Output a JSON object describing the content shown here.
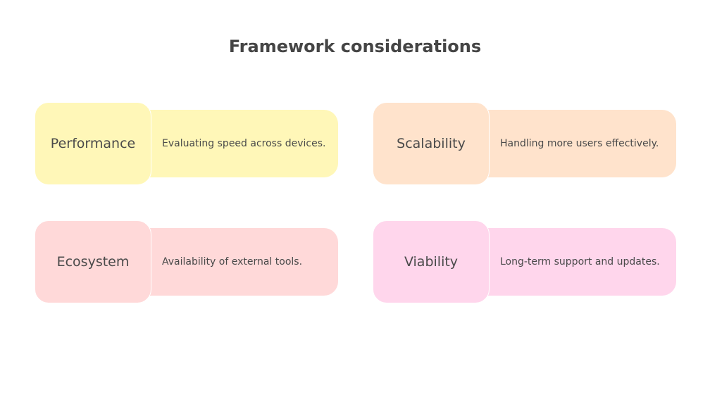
{
  "title": "Framework considerations",
  "items": [
    {
      "label": "Performance",
      "description": "Evaluating speed across devices.",
      "color": "#fff7b8"
    },
    {
      "label": "Scalability",
      "description": "Handling more users effectively.",
      "color": "#ffe3cc"
    },
    {
      "label": "Ecosystem",
      "description": "Availability of external tools.",
      "color": "#ffd9d9"
    },
    {
      "label": "Viability",
      "description": "Long-term support and updates.",
      "color": "#ffd6ec"
    }
  ]
}
